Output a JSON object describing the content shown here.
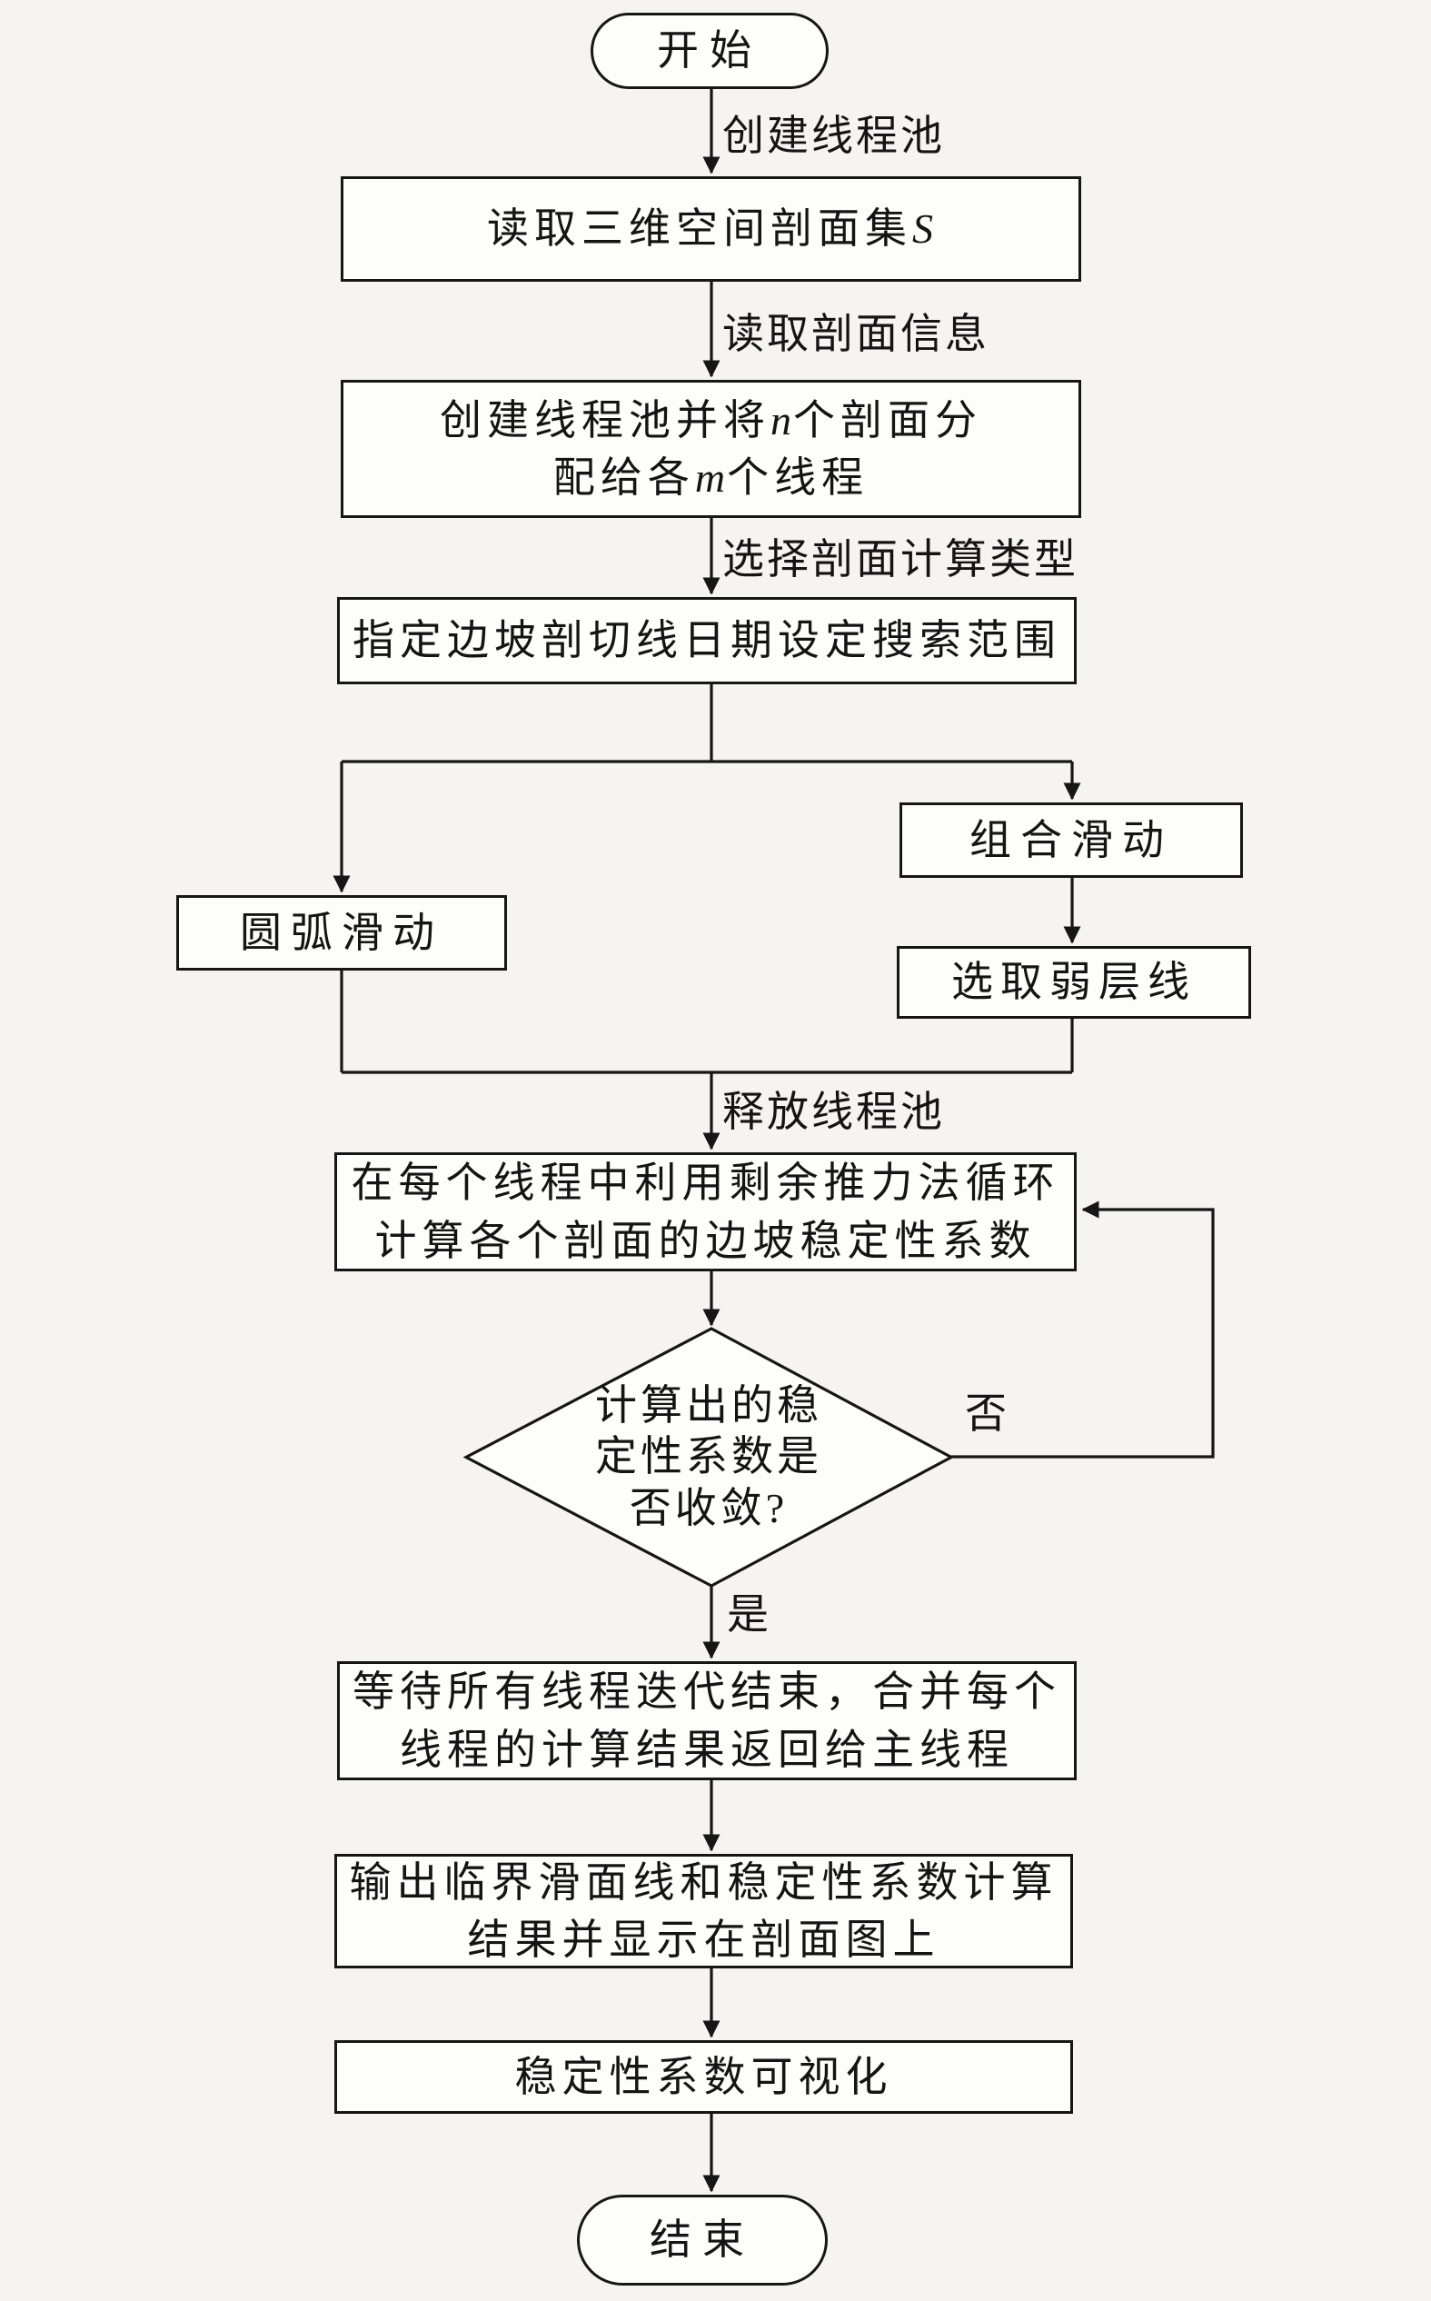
{
  "colors": {
    "background": "#f6f4f1",
    "node_fill": "#fdfdfa",
    "stroke": "#161616"
  },
  "nodes": {
    "start": {
      "label": "开始"
    },
    "read_profiles": {
      "prefix": "读取三维空间剖面集",
      "var": "S"
    },
    "create_pool": {
      "l1a": "创建线程池并将",
      "l1var": "n",
      "l1b": "个剖面分",
      "l2a": "配给各",
      "l2var": "m",
      "l2b": "个线程"
    },
    "specify_range": {
      "label": "指定边坡剖切线日期设定搜索范围"
    },
    "combined_slide": {
      "label": "组合滑动"
    },
    "arc_slide": {
      "label": "圆弧滑动"
    },
    "weak_layer": {
      "label": "选取弱层线"
    },
    "compute_stability": {
      "line1": "在每个线程中利用剩余推力法循环",
      "line2": "计算各个剖面的边坡稳定性系数"
    },
    "converge_decision": {
      "line1": "计算出的稳",
      "line2": "定性系数是",
      "line3": "否收敛?"
    },
    "wait_merge": {
      "line1": "等待所有线程迭代结束，合并每个",
      "line2": "线程的计算结果返回给主线程"
    },
    "output_result": {
      "line1": "输出临界滑面线和稳定性系数计算",
      "line2": "结果并显示在剖面图上"
    },
    "visualize": {
      "label": "稳定性系数可视化"
    },
    "end": {
      "label": "结束"
    }
  },
  "edge_labels": {
    "create_thread_pool": "创建线程池",
    "read_profile_info": "读取剖面信息",
    "select_calc_type": "选择剖面计算类型",
    "release_pool": "释放线程池",
    "no": "否",
    "yes": "是"
  }
}
